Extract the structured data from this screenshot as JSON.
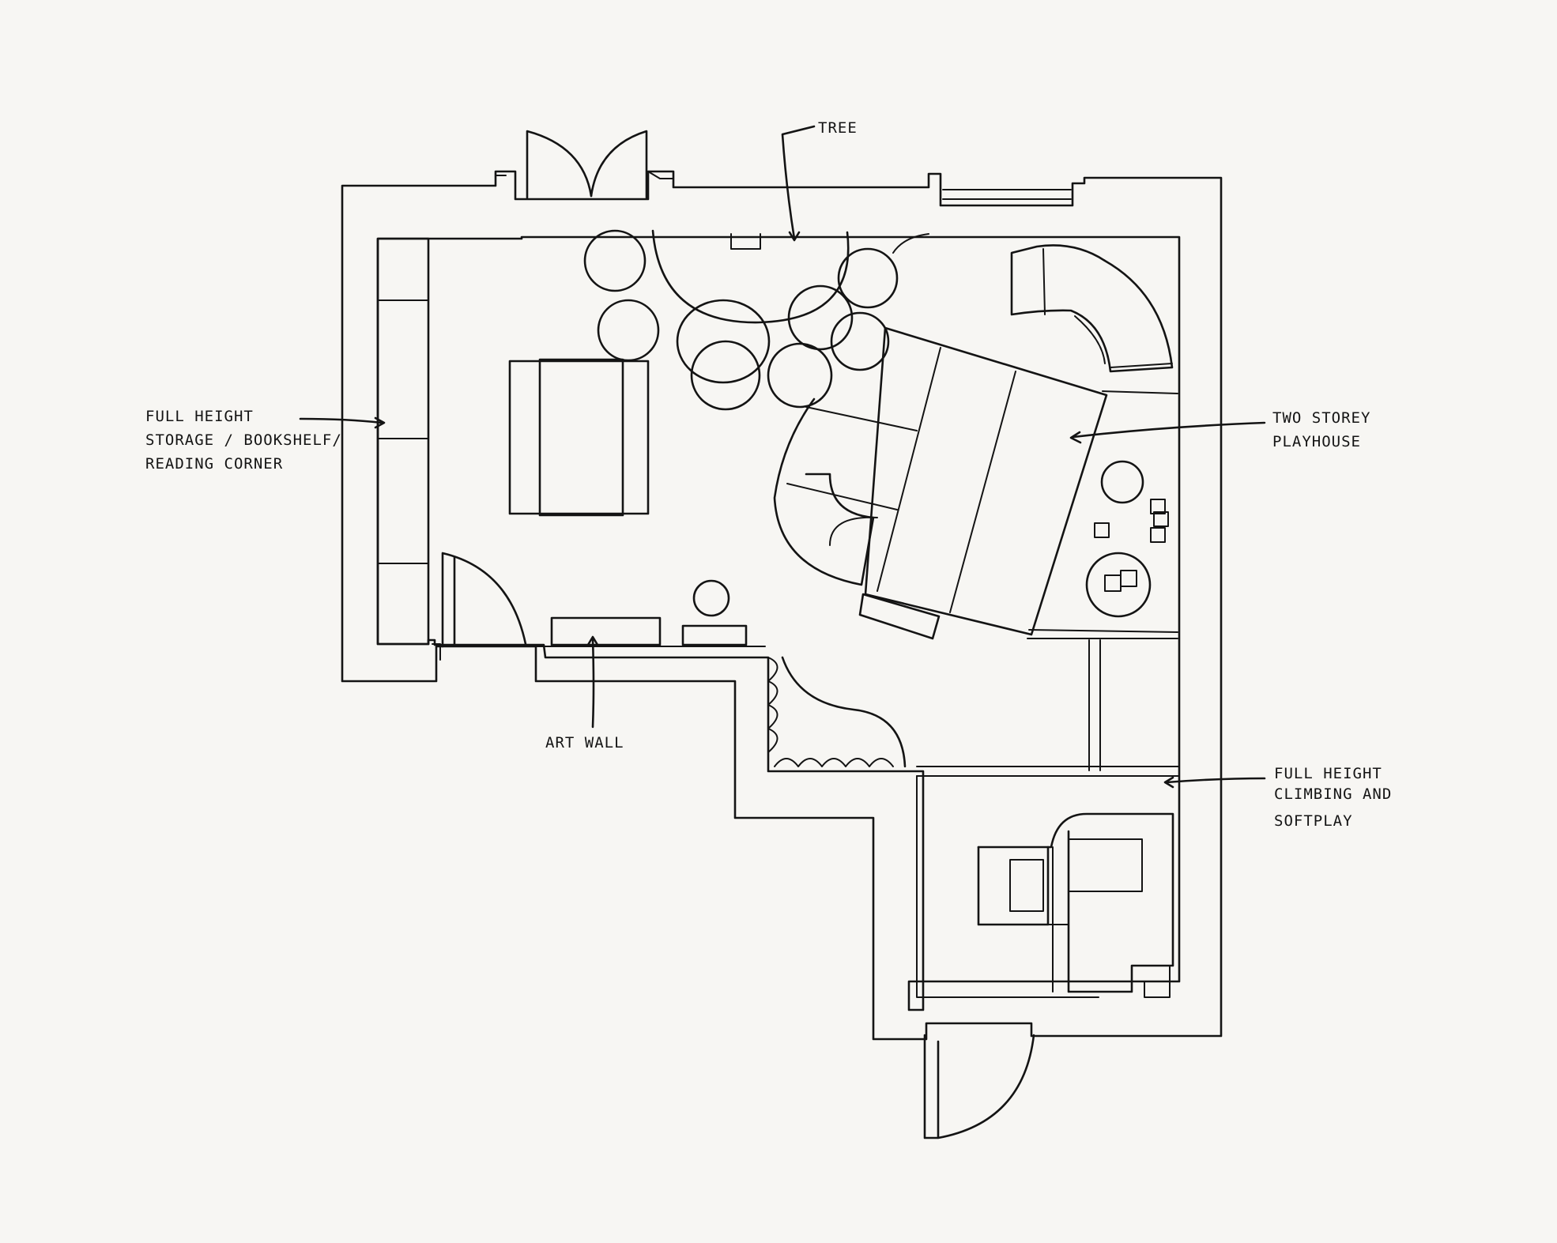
{
  "diagram": {
    "kind": "hand-drawn floor plan",
    "ink_color": "#141414",
    "paper_color": "#f7f6f3",
    "labels": {
      "tree": "TREE",
      "storage": [
        "FULL HEIGHT",
        "STORAGE / BOOKSHELF/",
        "READING CORNER"
      ],
      "playhouse": [
        "TWO STOREY",
        "PLAYHOUSE"
      ],
      "art_wall": "ART WALL",
      "climbing": [
        "FULL HEIGHT",
        "CLIMBING AND",
        "SOFTPLAY"
      ]
    }
  }
}
